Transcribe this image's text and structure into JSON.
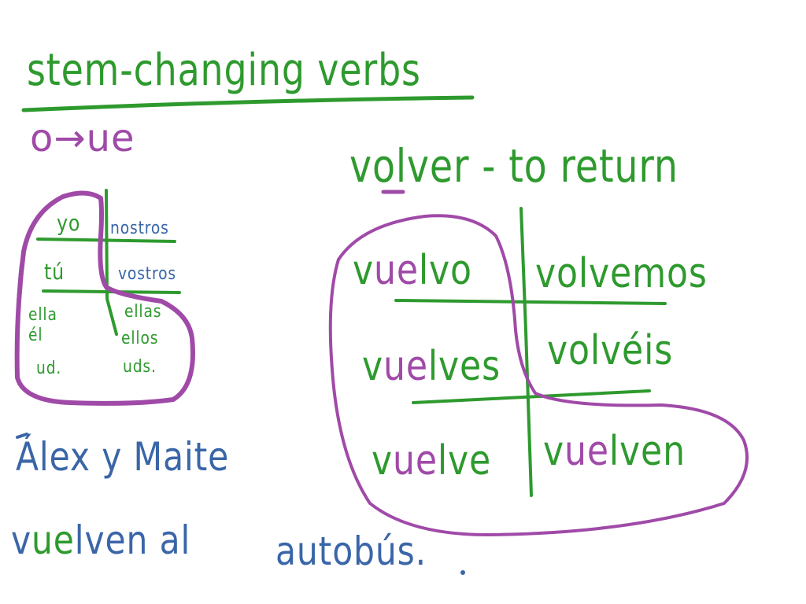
{
  "title": "stem-changing verbs",
  "rule": "o→ue",
  "pronoun_chart": {
    "left": [
      "yo",
      "tú",
      "ella",
      "él",
      "ud."
    ],
    "right": [
      "nosotros",
      "vosotros",
      "ellas",
      "ellos",
      "uds."
    ],
    "right_written": [
      "nostros",
      "vostros",
      "ellas",
      "ellos",
      "uds."
    ]
  },
  "verb": {
    "infinitive_prefix": "v",
    "infinitive_stem_vowel": "o",
    "infinitive_rest": "lver",
    "meaning": "- to return",
    "full": "volver - to return"
  },
  "conjugation": {
    "yo": {
      "pre": "v",
      "stem": "ue",
      "post": "lvo",
      "full": "vuelvo"
    },
    "nosotros": {
      "pre": "volvemos",
      "stem": "",
      "post": "",
      "full": "volvemos"
    },
    "tu": {
      "pre": "v",
      "stem": "ue",
      "post": "lves",
      "full": "vuelves"
    },
    "vosotros": {
      "pre": "volvéis",
      "stem": "",
      "post": "",
      "full": "volvéis"
    },
    "el": {
      "pre": "v",
      "stem": "ue",
      "post": "lve",
      "full": "vuelve"
    },
    "ellos": {
      "pre": "v",
      "stem": "ue",
      "post": "lven",
      "full": "vuelven"
    }
  },
  "example": {
    "line1": "Álex y Maite",
    "line2_pre": "v",
    "line2_stem": "ue",
    "line2_post": "lven al",
    "line2_end": "autobús."
  },
  "colors": {
    "green": "#2e9a2e",
    "purple": "#a04aa8",
    "blue": "#3a66a8"
  }
}
